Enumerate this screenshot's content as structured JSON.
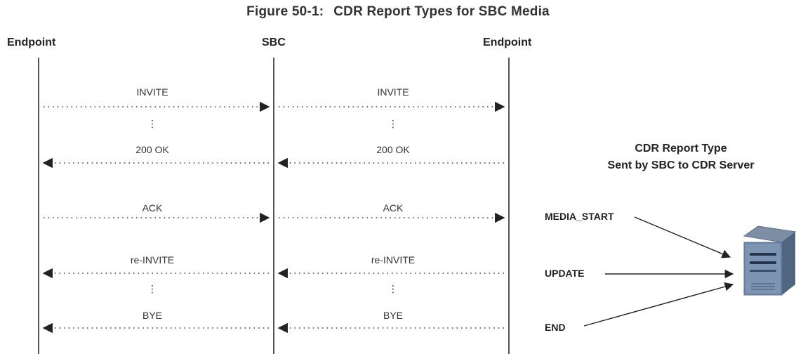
{
  "figure": {
    "number": "Figure 50-1:",
    "title": "CDR Report Types for SBC Media"
  },
  "lanes": {
    "left": "Endpoint",
    "middle": "SBC",
    "right": "Endpoint"
  },
  "messages": [
    {
      "label": "INVITE",
      "direction": "right"
    },
    {
      "label": "200 OK",
      "direction": "left"
    },
    {
      "label": "ACK",
      "direction": "right"
    },
    {
      "label": "re-INVITE",
      "direction": "left"
    },
    {
      "label": "BYE",
      "direction": "left"
    }
  ],
  "continuation_mark": "⋮",
  "cdr": {
    "heading_line1": "CDR Report Type",
    "heading_line2": "Sent by SBC to CDR Server",
    "types": [
      "MEDIA_START",
      "UPDATE",
      "END"
    ],
    "server_icon": "server-icon"
  }
}
